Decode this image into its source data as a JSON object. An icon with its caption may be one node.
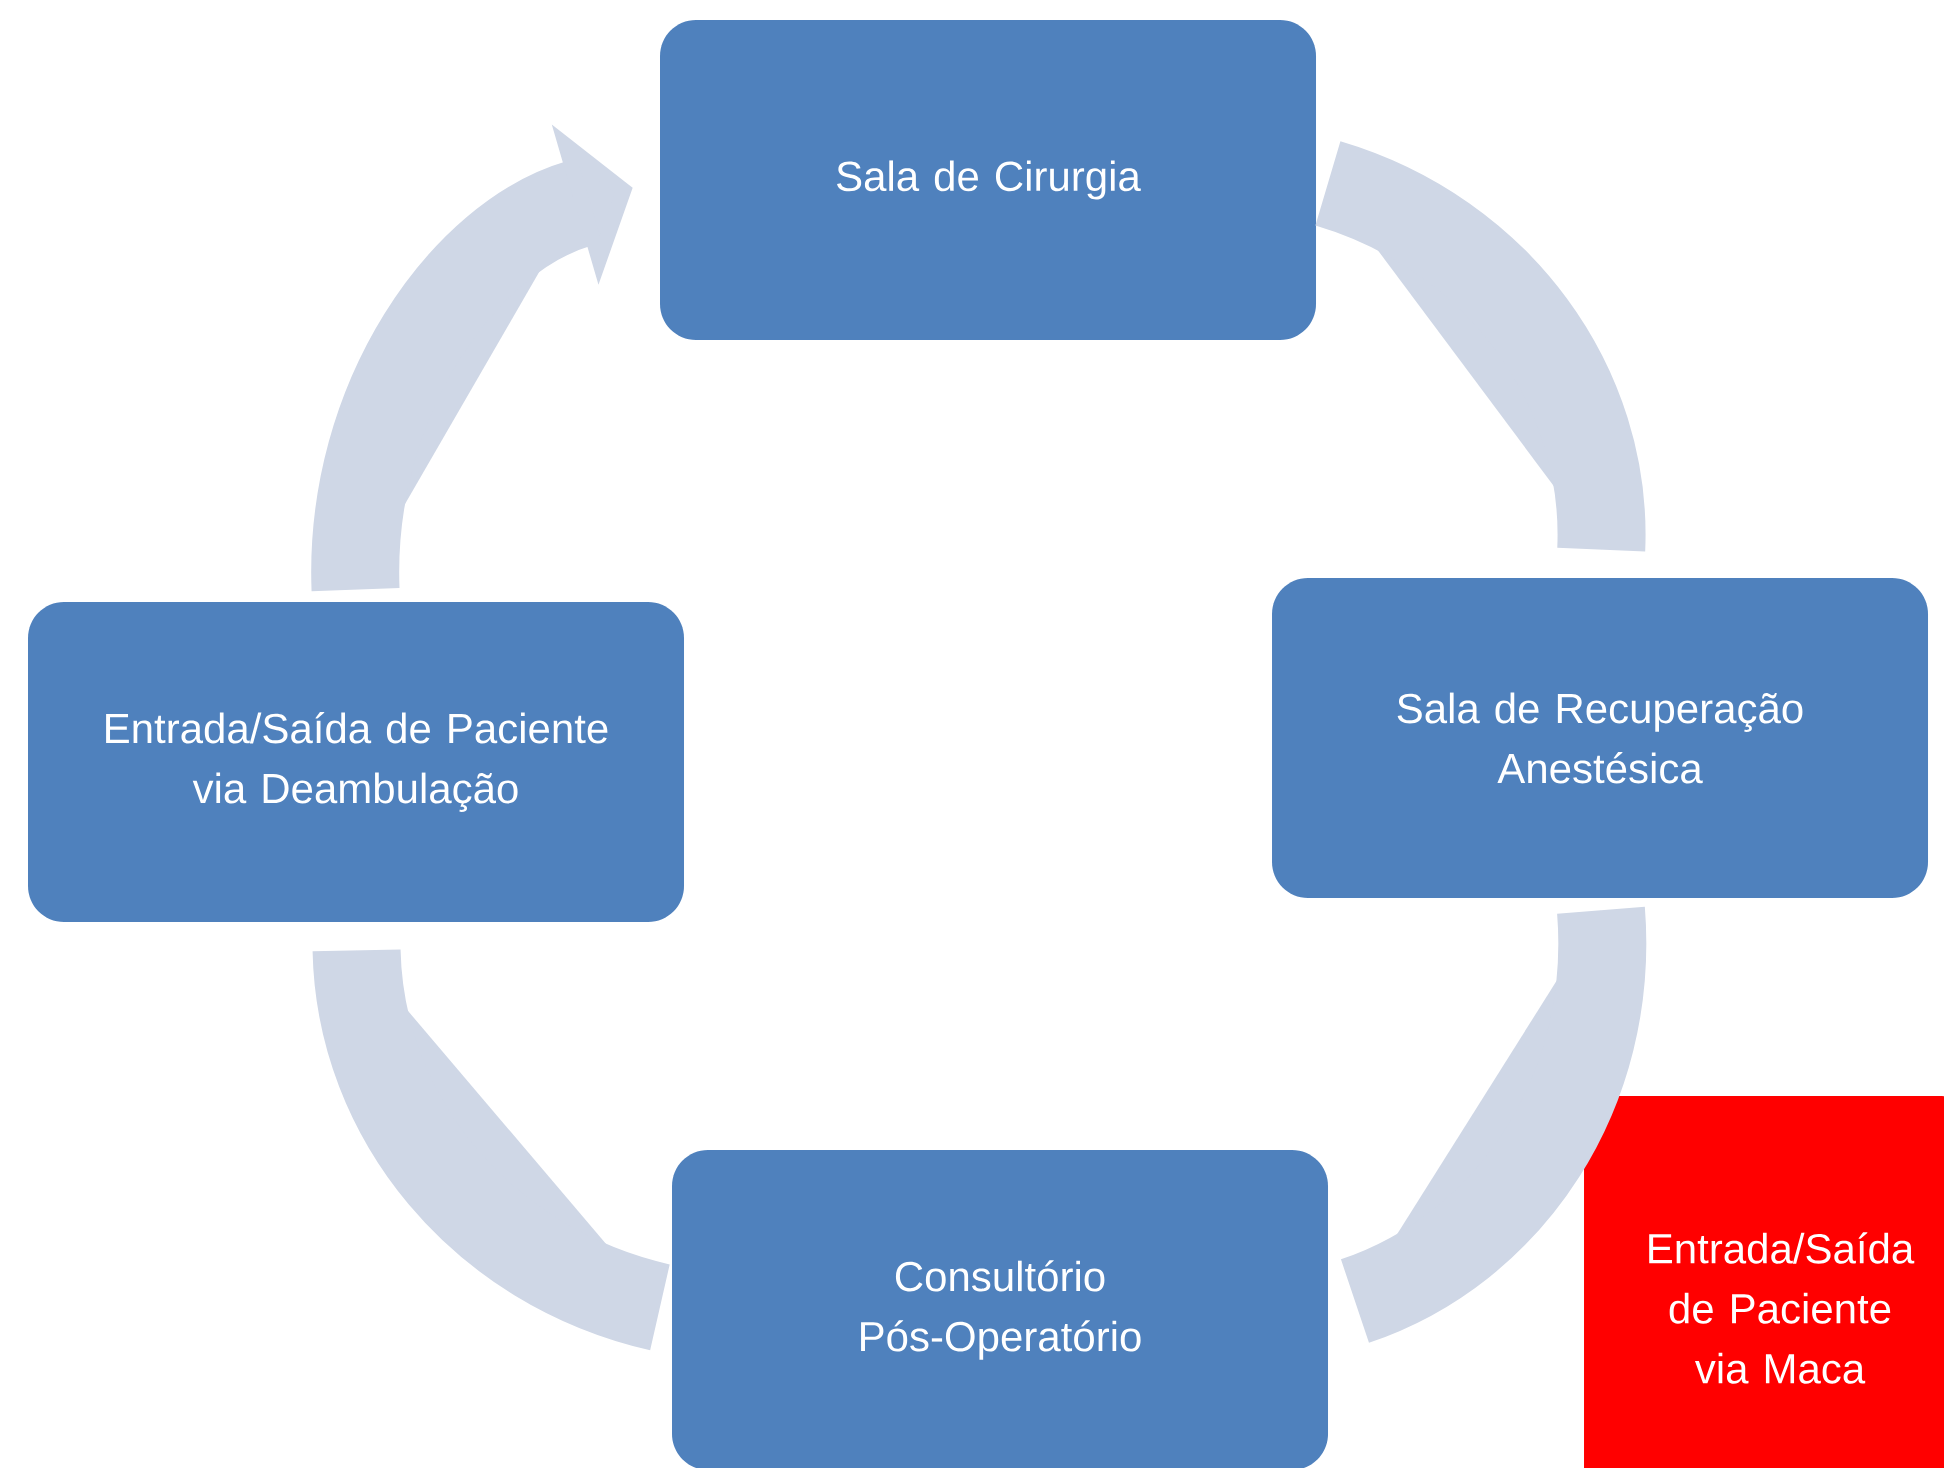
{
  "diagram": {
    "nodes": [
      {
        "text": [
          "Sala de Cirurgia"
        ]
      },
      {
        "text": [
          "Sala de Recuperação Anestésica"
        ]
      },
      {
        "text": [
          "Entrada/Saída de Paciente via Deambulação"
        ]
      },
      {
        "text": [
          "Consultório Pós-Operatório"
        ]
      },
      {
        "text": [
          "Entrada/Saída de Paciente via Maca"
        ]
      }
    ],
    "edges": [
      {
        "from": 0,
        "to": 1,
        "arrow": "none"
      },
      {
        "from": 1,
        "to": 3,
        "arrow": "none"
      },
      {
        "from": 3,
        "to": 2,
        "arrow": "none"
      },
      {
        "from": 2,
        "to": 0,
        "arrow": "to"
      }
    ]
  }
}
